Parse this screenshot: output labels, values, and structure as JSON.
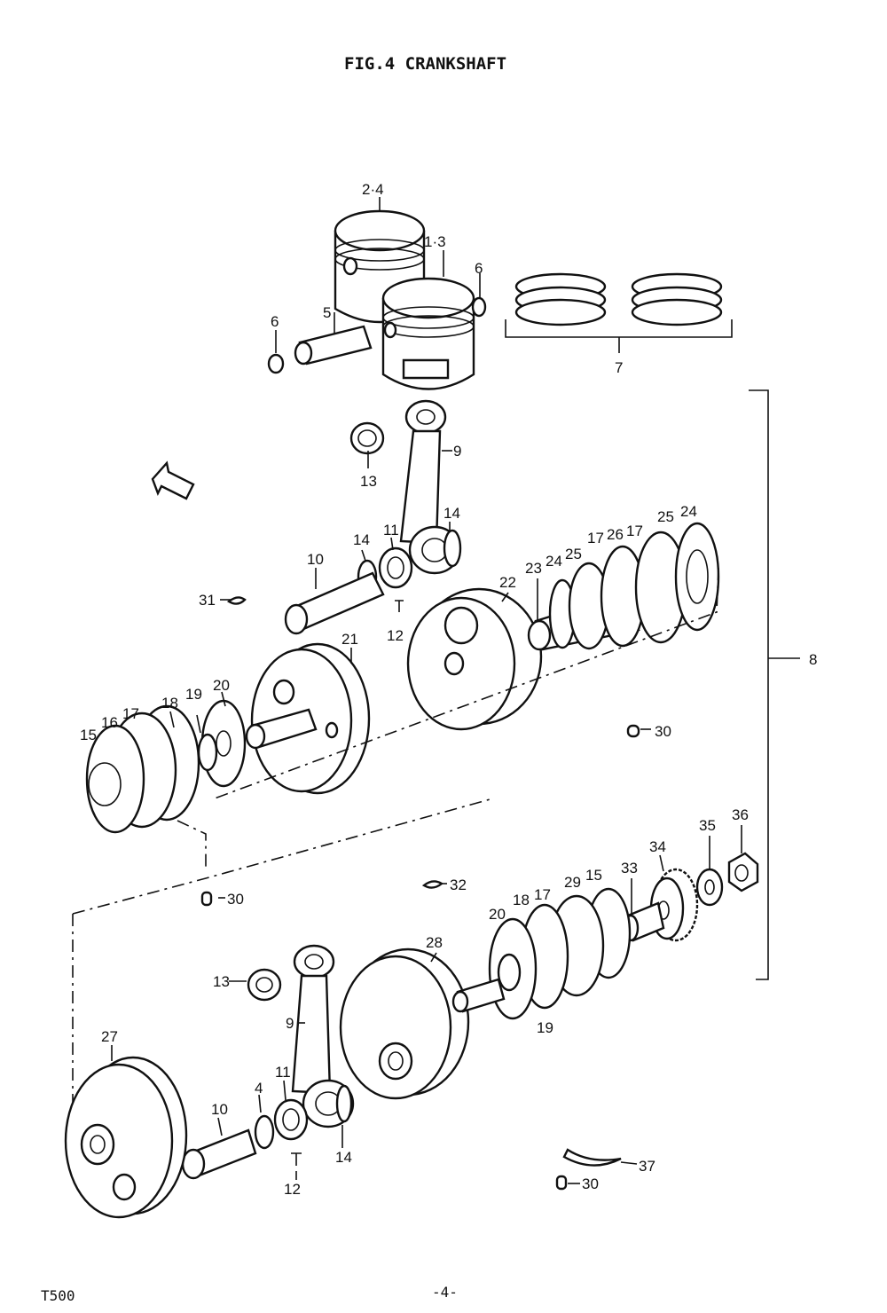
{
  "header": {
    "title": "FIG.4 CRANKSHAFT"
  },
  "footer": {
    "model": "T500",
    "page": "-4-"
  },
  "callouts": [
    {
      "id": "c-2-4",
      "text": "2·4"
    },
    {
      "id": "c-1-3",
      "text": "1·3"
    },
    {
      "id": "c-6a",
      "text": "6"
    },
    {
      "id": "c-6b",
      "text": "6"
    },
    {
      "id": "c-5",
      "text": "5"
    },
    {
      "id": "c-7",
      "text": "7"
    },
    {
      "id": "c-9a",
      "text": "9"
    },
    {
      "id": "c-13a",
      "text": "13"
    },
    {
      "id": "c-14a",
      "text": "14"
    },
    {
      "id": "c-14b",
      "text": "14"
    },
    {
      "id": "c-11a",
      "text": "11"
    },
    {
      "id": "c-10a",
      "text": "10"
    },
    {
      "id": "c-31",
      "text": "31"
    },
    {
      "id": "c-12a",
      "text": "12"
    },
    {
      "id": "c-22",
      "text": "22"
    },
    {
      "id": "c-23",
      "text": "23"
    },
    {
      "id": "c-24a",
      "text": "24"
    },
    {
      "id": "c-25a",
      "text": "25"
    },
    {
      "id": "c-17a",
      "text": "17"
    },
    {
      "id": "c-26",
      "text": "26"
    },
    {
      "id": "c-17b",
      "text": "17"
    },
    {
      "id": "c-25b",
      "text": "25"
    },
    {
      "id": "c-24b",
      "text": "24"
    },
    {
      "id": "c-8",
      "text": "8"
    },
    {
      "id": "c-21",
      "text": "21"
    },
    {
      "id": "c-20a",
      "text": "20"
    },
    {
      "id": "c-19a",
      "text": "19"
    },
    {
      "id": "c-18a",
      "text": "18"
    },
    {
      "id": "c-17c",
      "text": "17"
    },
    {
      "id": "c-16",
      "text": "16"
    },
    {
      "id": "c-15a",
      "text": "15"
    },
    {
      "id": "c-30a",
      "text": "30"
    },
    {
      "id": "c-30b",
      "text": "30"
    },
    {
      "id": "c-32",
      "text": "32"
    },
    {
      "id": "c-36",
      "text": "36"
    },
    {
      "id": "c-35",
      "text": "35"
    },
    {
      "id": "c-34",
      "text": "34"
    },
    {
      "id": "c-33",
      "text": "33"
    },
    {
      "id": "c-15b",
      "text": "15"
    },
    {
      "id": "c-29",
      "text": "29"
    },
    {
      "id": "c-17d",
      "text": "17"
    },
    {
      "id": "c-18b",
      "text": "18"
    },
    {
      "id": "c-20b",
      "text": "20"
    },
    {
      "id": "c-19b",
      "text": "19"
    },
    {
      "id": "c-28",
      "text": "28"
    },
    {
      "id": "c-13b",
      "text": "13"
    },
    {
      "id": "c-9b",
      "text": "9"
    },
    {
      "id": "c-27",
      "text": "27"
    },
    {
      "id": "c-4",
      "text": "4"
    },
    {
      "id": "c-11b",
      "text": "11"
    },
    {
      "id": "c-10b",
      "text": "10"
    },
    {
      "id": "c-14c",
      "text": "14"
    },
    {
      "id": "c-12b",
      "text": "12"
    },
    {
      "id": "c-37",
      "text": "37"
    },
    {
      "id": "c-30c",
      "text": "30"
    }
  ]
}
